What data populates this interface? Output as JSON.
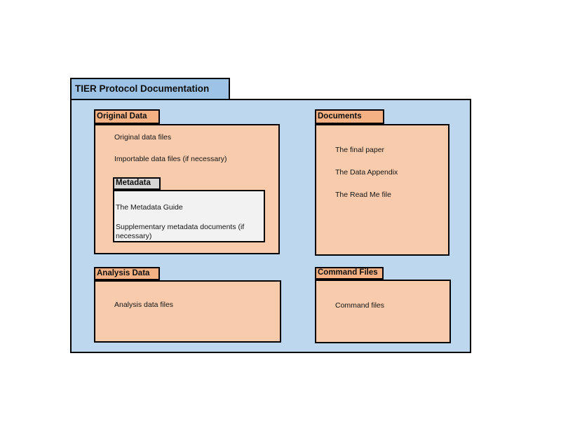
{
  "colors": {
    "main_tab": "#9dc3e6",
    "main_body": "#bdd7ee",
    "subfolder_tab": "#f4b183",
    "subfolder_body": "#f8cbad",
    "metadata_tab": "#d6d6d6",
    "metadata_body": "#f2f2f2",
    "border": "#000000",
    "page_background": "#ffffff"
  },
  "root_folder": {
    "title": "TIER Protocol Documentation"
  },
  "folders": {
    "original_data": {
      "title": "Original Data",
      "items": [
        "Original data files",
        "Importable data files (if necessary)"
      ]
    },
    "metadata": {
      "title": "Metadata",
      "items": [
        "The Metadata Guide",
        "Supplementary metadata documents (if necessary)"
      ]
    },
    "documents": {
      "title": "Documents",
      "items": [
        "The final paper",
        "The Data Appendix",
        "The Read Me file"
      ]
    },
    "analysis_data": {
      "title": "Analysis Data",
      "items": [
        "Analysis data files"
      ]
    },
    "command_files": {
      "title": "Command Files",
      "items": [
        "Command files"
      ]
    }
  }
}
